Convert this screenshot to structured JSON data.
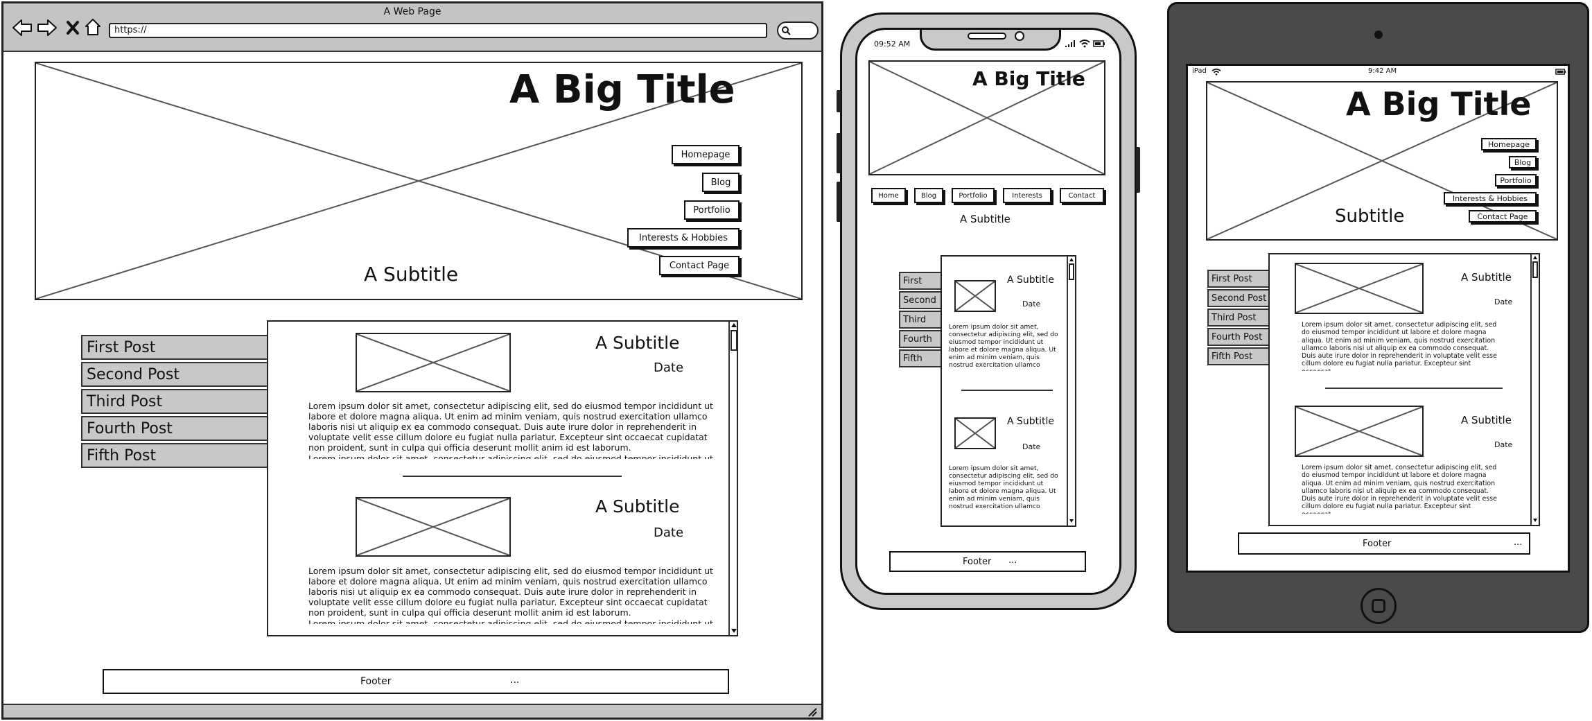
{
  "browser": {
    "window_title": "A Web Page",
    "url": "https://",
    "big_title": "A Big Title",
    "hero_subtitle": "A Subtitle",
    "nav": [
      "Homepage",
      "Blog",
      "Portfolio",
      "Interests & Hobbies",
      "Contact Page"
    ],
    "tabs": [
      "First Post",
      "Second Post",
      "Third Post",
      "Fourth Post",
      "Fifth Post"
    ],
    "posts": [
      {
        "subtitle": "A Subtitle",
        "date": "Date",
        "body": "Lorem ipsum dolor sit amet, consectetur adipiscing elit, sed do eiusmod tempor incididunt ut labore et dolore magna aliqua. Ut enim ad minim veniam, quis nostrud exercitation ullamco laboris nisi ut aliquip ex ea commodo consequat. Duis aute irure dolor in reprehenderit in voluptate velit esse cillum dolore eu fugiat nulla pariatur. Excepteur sint occaecat cupidatat non proident, sunt in culpa qui officia deserunt mollit anim id est laborum.",
        "cut_line": "Lorem ipsum dolor sit amet, consectetur adipiscing elit, sed do eiusmod tempor incididunt ut"
      },
      {
        "subtitle": "A Subtitle",
        "date": "Date",
        "body": "Lorem ipsum dolor sit amet, consectetur adipiscing elit, sed do eiusmod tempor incididunt ut labore et dolore magna aliqua. Ut enim ad minim veniam, quis nostrud exercitation ullamco laboris nisi ut aliquip ex ea commodo consequat. Duis aute irure dolor in reprehenderit in voluptate velit esse cillum dolore eu fugiat nulla pariatur. Excepteur sint occaecat cupidatat non proident, sunt in culpa qui officia deserunt mollit anim id est laborum.",
        "cut_line": "Lorem ipsum dolor sit amet, consectetur adipiscing elit, sed do eiusmod tempor incididunt ut"
      }
    ],
    "footer": "Footer",
    "footer_more": "..."
  },
  "phone": {
    "time": "09:52 AM",
    "big_title": "A Big Title",
    "nav": [
      "Home",
      "Blog",
      "Portfolio",
      "Interests",
      "Contact"
    ],
    "subtitle": "A Subtitle",
    "tabs": [
      "First",
      "Second",
      "Third",
      "Fourth",
      "Fifth"
    ],
    "posts": [
      {
        "subtitle": "A Subtitle",
        "date": "Date",
        "body": "Lorem ipsum dolor sit amet, consectetur adipiscing elit, sed do eiusmod tempor incididunt ut labore et dolore magna aliqua. Ut enim ad minim veniam, quis nostrud exercitation ullamco"
      },
      {
        "subtitle": "A Subtitle",
        "date": "Date",
        "body": "Lorem ipsum dolor sit amet, consectetur adipiscing elit, sed do eiusmod tempor incididunt ut labore et dolore magna aliqua. Ut enim ad minim veniam, quis nostrud exercitation ullamco"
      }
    ],
    "footer": "Footer",
    "footer_more": "..."
  },
  "tablet": {
    "device": "iPad",
    "time": "9:42 AM",
    "big_title": "A Big Title",
    "subtitle": "Subtitle",
    "nav": [
      "Homepage",
      "Blog",
      "Portfolio",
      "Interests & Hobbies",
      "Contact Page"
    ],
    "tabs": [
      "First Post",
      "Second Post",
      "Third Post",
      "Fourth Post",
      "Fifth Post"
    ],
    "posts": [
      {
        "subtitle": "A Subtitle",
        "date": "Date",
        "body": "Lorem ipsum dolor sit amet, consectetur adipiscing elit, sed do eiusmod tempor incididunt ut labore et dolore magna aliqua. Ut enim ad minim veniam, quis nostrud exercitation ullamco laboris nisi ut aliquip ex ea commodo consequat. Duis aute irure dolor in reprehenderit in voluptate velit esse cillum dolore eu fugiat nulla pariatur. Excepteur sint occaecat"
      },
      {
        "subtitle": "A Subtitle",
        "date": "Date",
        "body": "Lorem ipsum dolor sit amet, consectetur adipiscing elit, sed do eiusmod tempor incididunt ut labore et dolore magna aliqua. Ut enim ad minim veniam, quis nostrud exercitation ullamco laboris nisi ut aliquip ex ea commodo consequat. Duis aute irure dolor in reprehenderit in voluptate velit esse cillum dolore eu fugiat nulla pariatur. Excepteur sint occaecat"
      }
    ],
    "footer": "Footer",
    "footer_more": "..."
  }
}
